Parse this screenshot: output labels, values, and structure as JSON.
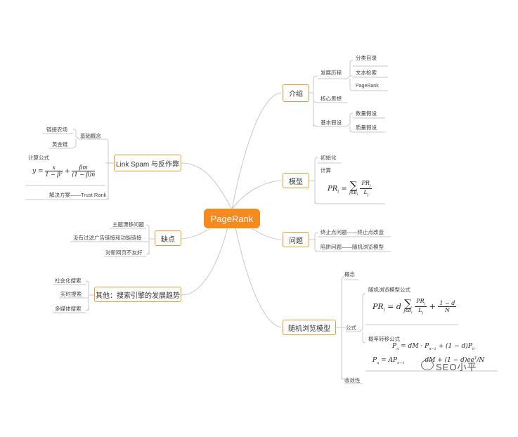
{
  "root": "PageRank",
  "branches": {
    "intro": {
      "label": "介绍",
      "history": {
        "label": "发展历程",
        "items": [
          "分类目录",
          "文本检索",
          "PageRank"
        ]
      },
      "core": "核心思想",
      "assumption": {
        "label": "基本假设",
        "items": [
          "数量假设",
          "质量假设"
        ]
      }
    },
    "model": {
      "label": "模型",
      "init": "初始化",
      "calc": "计算"
    },
    "problem": {
      "label": "问题",
      "items": [
        "终止点问题——终止点改造",
        "陷阱问题——随机浏览模型"
      ]
    },
    "random": {
      "label": "随机浏览模型",
      "concept": "概念",
      "formula": "公式",
      "rwformula": "随机浏览模型公式",
      "transition": "概率转移公式",
      "convergence": "收敛性"
    },
    "spam": {
      "label": "Link Spam 与反作弊",
      "basic": {
        "label": "基础概念",
        "items": [
          "链接农场",
          "黄金链"
        ]
      },
      "calc": "计算公式",
      "solution": "解决方案——Trust Rank"
    },
    "flaw": {
      "label": "缺点",
      "items": [
        "主题漂移问题",
        "没有过滤广告链接和功能链接",
        "对新网页不友好"
      ]
    },
    "other": {
      "label": "其他：搜索引擎的发展趋势",
      "items": [
        "社会化搜索",
        "实时搜索",
        "多媒体搜索"
      ]
    }
  },
  "watermark": "SEO小平",
  "colors": {
    "accent": "#f58a1f",
    "border": "#f29a2e",
    "line": "#c8c8c8"
  }
}
